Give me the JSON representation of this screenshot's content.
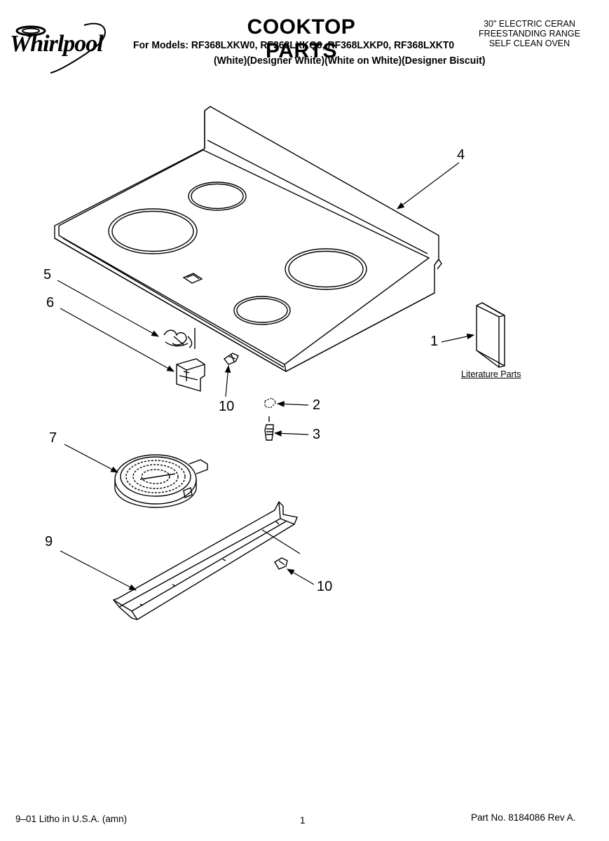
{
  "header": {
    "brand": "Whirlpool",
    "title": "COOKTOP PARTS",
    "models_line": "For Models: RF368LXKW0, RF368LXKQ0, RF368LXKP0, RF368LXKT0",
    "variants_line": "(White)(Designer White)(White on White)(Designer Biscuit)",
    "product_lines": [
      "30\" ELECTRIC CERAN",
      "FREESTANDING RANGE",
      "SELF CLEAN OVEN"
    ]
  },
  "callouts": {
    "c1": "1",
    "c2": "2",
    "c3": "3",
    "c4": "4",
    "c5": "5",
    "c6": "6",
    "c7": "7",
    "c9": "9",
    "c10a": "10",
    "c10b": "10"
  },
  "literature_label": "Literature Parts",
  "footer": {
    "litho": "9–01 Litho in U.S.A. (amn)",
    "page": "1",
    "part_no": "Part No. 8184086 Rev A."
  }
}
